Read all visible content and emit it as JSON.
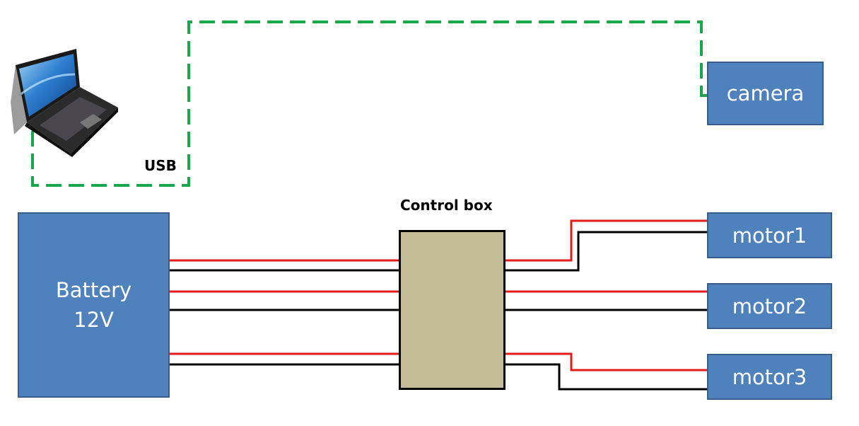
{
  "blocks": {
    "battery": {
      "line1": "Battery",
      "line2": "12V"
    },
    "camera": "camera",
    "motors": [
      "motor1",
      "motor2",
      "motor3"
    ],
    "control_box_label": "Control box"
  },
  "connections": {
    "usb_label": "USB"
  },
  "colors": {
    "block_fill": "#4f81bd",
    "block_border": "#385d8a",
    "control_box_fill": "#c4bd97",
    "power_wire": "#e31b1b",
    "ground_wire": "#000000",
    "usb_cable": "#16a84b"
  },
  "icons": {
    "laptop": "laptop-icon"
  }
}
